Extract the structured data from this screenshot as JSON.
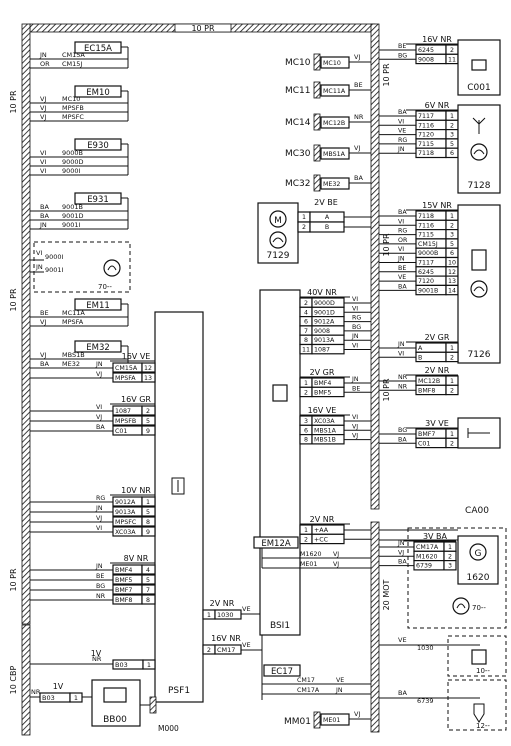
{
  "top_bus": "10 PR",
  "left_side_labels": {
    "top": "10 PR",
    "mid": "10 PR",
    "bottom": "10 PR",
    "cbp": "10 CBP"
  },
  "right_side_labels": {
    "a": "10 PR",
    "b": "10 PR",
    "c": "10 PR",
    "d": "20 MOT"
  },
  "left_connectors": [
    {
      "name": "EC15A",
      "wires": [
        [
          "JN",
          "CM15A"
        ],
        [
          "OR",
          "CM15J"
        ]
      ]
    },
    {
      "name": "EM10",
      "wires": [
        [
          "VJ",
          "MC10"
        ],
        [
          "VJ",
          "MPSFB"
        ],
        [
          "VJ",
          "MPSFC"
        ]
      ]
    },
    {
      "name": "E930",
      "wires": [
        [
          "VI",
          "9000B"
        ],
        [
          "VI",
          "9000D"
        ],
        [
          "VI",
          "9000I"
        ]
      ]
    },
    {
      "name": "E931",
      "wires": [
        [
          "BA",
          "9001B"
        ],
        [
          "BA",
          "9001D"
        ],
        [
          "JN",
          "9001I"
        ]
      ]
    },
    {
      "name": "EM11",
      "wires": [
        [
          "BE",
          "MC11A"
        ],
        [
          "VJ",
          "MPSFA"
        ]
      ]
    },
    {
      "name": "EM32",
      "wires": [
        [
          "VJ",
          "MBS1B"
        ],
        [
          "BA",
          "ME32"
        ]
      ]
    }
  ],
  "box70": {
    "lines": [
      "VI",
      "JN",
      "9000I",
      "9001I"
    ],
    "label": "70--"
  },
  "psf1": {
    "label": "PSF1",
    "groups": [
      {
        "title": "16V VE",
        "rows": [
          [
            "JN",
            "CM15A",
            "12"
          ],
          [
            "VJ",
            "MPSFA",
            "13"
          ]
        ]
      },
      {
        "title": "16V GR",
        "rows": [
          [
            "VI",
            "1087",
            "2"
          ],
          [
            "VJ",
            "MPSFB",
            "5"
          ],
          [
            "BA",
            "C01",
            "9"
          ]
        ]
      },
      {
        "title": "10V NR",
        "rows": [
          [
            "RG",
            "9012A",
            "1"
          ],
          [
            "JN",
            "9013A",
            "5"
          ],
          [
            "VJ",
            "MPSFC",
            "8"
          ],
          [
            "VI",
            "XC03A",
            "9"
          ]
        ]
      },
      {
        "title": "8V NR",
        "rows": [
          [
            "JN",
            "BMF4",
            "4"
          ],
          [
            "BE",
            "BMF5",
            "5"
          ],
          [
            "BG",
            "BMF7",
            "7"
          ],
          [
            "NR",
            "BMF8",
            "8"
          ]
        ]
      }
    ],
    "out1": {
      "title": "2V NR",
      "num": "1",
      "wire": "1030",
      "color": "VE"
    },
    "out2": {
      "title": "16V NR",
      "num": "2",
      "wire": "CM17",
      "color": "VE"
    }
  },
  "mc_items": [
    {
      "label": "MC10",
      "conn": "MC10",
      "color": "VJ"
    },
    {
      "label": "MC11",
      "conn": "MC11A",
      "color": "BE"
    },
    {
      "label": "MC14",
      "conn": "MC12B",
      "color": "NR"
    },
    {
      "label": "MC30",
      "conn": "MBS1A",
      "color": "VJ"
    },
    {
      "label": "MC32",
      "conn": "ME32",
      "color": "BA"
    }
  ],
  "c001": {
    "label": "C001",
    "header": "16V NR",
    "rows": [
      [
        "BE",
        "6245",
        "2"
      ],
      [
        "BG",
        "9008",
        "11"
      ]
    ]
  },
  "c7128": {
    "label": "7128",
    "header": "6V NR",
    "rows": [
      [
        "BA",
        "7117",
        "1"
      ],
      [
        "VI",
        "7116",
        "2"
      ],
      [
        "VE",
        "7120",
        "3"
      ],
      [
        "RG",
        "7115",
        "5"
      ],
      [
        "JN",
        "7118",
        "6"
      ]
    ]
  },
  "c7129": {
    "label": "7129",
    "header": "2V BE",
    "rows": [
      [
        "1",
        "A"
      ],
      [
        "2",
        "B"
      ]
    ]
  },
  "c7126": {
    "label": "7126",
    "header": "15V NR",
    "rows": [
      [
        "BA",
        "7118",
        "1"
      ],
      [
        "VI",
        "7116",
        "2"
      ],
      [
        "RG",
        "7115",
        "3"
      ],
      [
        "OR",
        "CM15J",
        "5"
      ],
      [
        "VI",
        "9000B",
        "6"
      ],
      [
        "JN",
        "7117",
        "10"
      ],
      [
        "BE",
        "6245",
        "12"
      ],
      [
        "VE",
        "7120",
        "13"
      ],
      [
        "BA",
        "9001B",
        "14"
      ]
    ],
    "sub1": {
      "title": "2V GR",
      "rows": [
        [
          "JN",
          "A",
          "1"
        ],
        [
          "VI",
          "B",
          "2"
        ]
      ]
    },
    "sub2": {
      "title": "2V NR",
      "rows": [
        [
          "NR",
          "MC12B",
          "1"
        ],
        [
          "NR",
          "BMF8",
          "2"
        ]
      ]
    }
  },
  "bsi1": {
    "label": "BSI1",
    "groups": [
      {
        "title": "40V NR",
        "rows": [
          [
            "2",
            "9000D",
            "VI"
          ],
          [
            "4",
            "9001D",
            "VI"
          ],
          [
            "6",
            "9012A",
            "RG"
          ],
          [
            "7",
            "9008",
            "BG"
          ],
          [
            "8",
            "9013A",
            "JN"
          ],
          [
            "11",
            "1087",
            "VI"
          ]
        ]
      },
      {
        "title": "2V GR",
        "rows": [
          [
            "1",
            "BMF4",
            "JN"
          ],
          [
            "2",
            "BMF5",
            "BE"
          ]
        ]
      },
      {
        "title": "16V VE",
        "rows": [
          [
            "3",
            "XC03A",
            "VI"
          ],
          [
            "6",
            "MBS1A",
            "VJ"
          ],
          [
            "8",
            "MBS1B",
            "VJ"
          ]
        ]
      },
      {
        "title": "2V NR",
        "rows": [
          [
            "1",
            "+AA",
            ""
          ],
          [
            "2",
            "+CC",
            ""
          ]
        ]
      }
    ]
  },
  "c3v": {
    "header": "3V VE",
    "rows": [
      [
        "BG",
        "BMF7",
        "1"
      ],
      [
        "BA",
        "C01",
        "2"
      ]
    ]
  },
  "ca00": {
    "label": "CA00"
  },
  "em12a": {
    "name": "EM12A",
    "wires": [
      [
        "M1620",
        "VJ"
      ],
      [
        "ME01",
        "VJ"
      ]
    ]
  },
  "c1620": {
    "label": "1620",
    "header": "3V BA",
    "rows": [
      [
        "JN",
        "CM17A",
        "1"
      ],
      [
        "VJ",
        "M1620",
        "2"
      ],
      [
        "BA",
        "6739",
        "3"
      ]
    ],
    "ref": "70--"
  },
  "ec17": {
    "name": "EC17",
    "wires": [
      [
        "CM17",
        "VE"
      ],
      [
        "CM17A",
        "JN"
      ]
    ]
  },
  "c10": {
    "label": "10--",
    "wire": "1030",
    "color": "VE"
  },
  "c12": {
    "label": "12--",
    "wire": "6739",
    "color": "BA"
  },
  "bottom": {
    "wire": "1V",
    "conn": "B03",
    "pin": "1",
    "color": "NR",
    "wire2": "1V",
    "conn2": "B03",
    "pin2": "1",
    "color2": "NR",
    "bb00": "BB00",
    "m000": "M000",
    "mm01": "MM01",
    "me01": "ME01",
    "me01color": "VJ"
  }
}
